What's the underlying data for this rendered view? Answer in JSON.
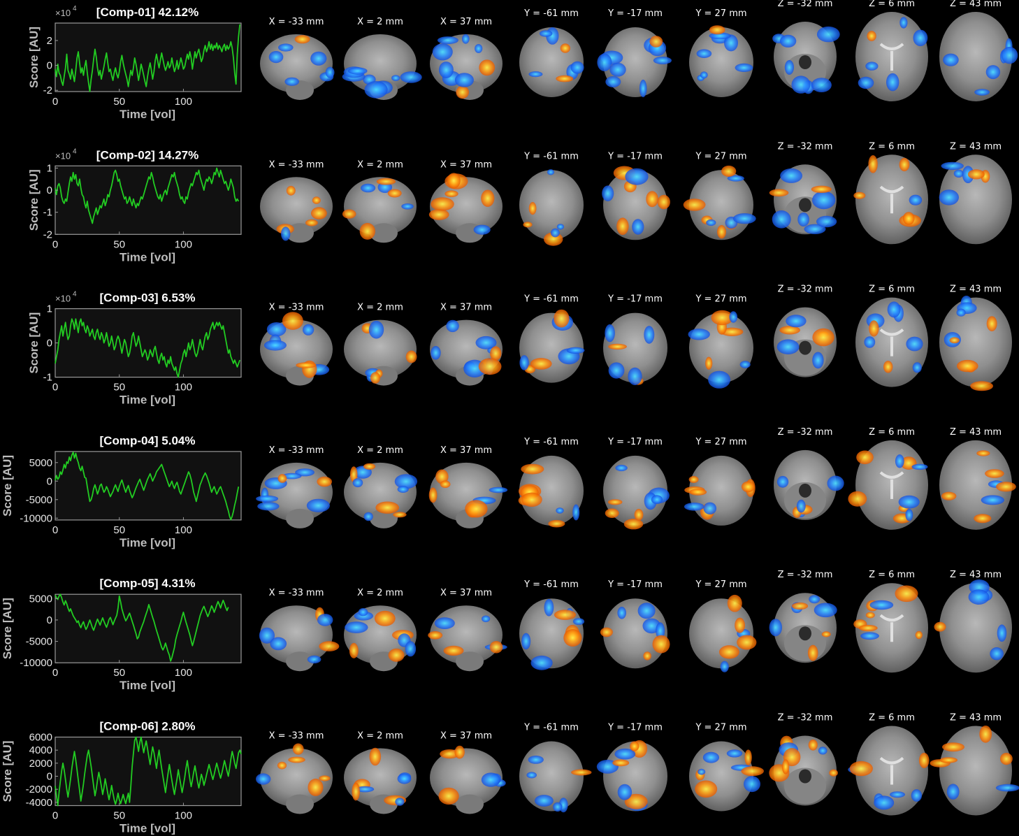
{
  "colors": {
    "background": "#000000",
    "plot_background": "#111111",
    "trace": "#22cc22",
    "axis": "#9a9a9a",
    "positive_map": "#ff7a10",
    "positive_peak": "#ffee00",
    "negative_map": "#1e6bff",
    "negative_peak": "#1ec8ff",
    "brain": "#9a9a9a"
  },
  "slice_labels": [
    "X = -33 mm",
    "X = 2 mm",
    "X = 37 mm",
    "Y = -61 mm",
    "Y = -17 mm",
    "Y = 27 mm",
    "Z = -32 mm",
    "Z = 6 mm",
    "Z = 43 mm"
  ],
  "chart_data": [
    {
      "type": "line",
      "title": "[Comp-01] 42.12%",
      "xlabel": "Time [vol]",
      "ylabel": "Score [AU]",
      "multiplier": "×10",
      "exponent": "4",
      "xlim": [
        0,
        145
      ],
      "ylim": [
        -2.1,
        3.4
      ],
      "xticks": [
        0,
        50,
        100
      ],
      "xtick_labels": [
        "0",
        "50",
        "100"
      ],
      "yticks": [
        -2,
        0,
        2
      ],
      "ytick_labels": [
        "-2",
        "0",
        "2"
      ],
      "x_start": 0,
      "y": [
        -0.3,
        -0.9,
        0.1,
        -0.6,
        -0.8,
        -1.3,
        -1.6,
        -0.9,
        -0.2,
        0.9,
        -0.4,
        -0.7,
        -1.1,
        -0.3,
        -0.8,
        -1.3,
        -0.4,
        0.6,
        1.1,
        0.2,
        -0.6,
        -0.2,
        -0.8,
        -0.1,
        0.4,
        -0.6,
        -1.4,
        -2.2,
        -1.1,
        -0.4,
        0.5,
        1.3,
        0.7,
        -0.2,
        -0.8,
        -0.4,
        -1.1,
        -0.6,
        -0.1,
        0.5,
        1.0,
        0.2,
        -0.5,
        -0.3,
        -0.8,
        -1.2,
        -0.6,
        -0.2,
        -0.7,
        -1.0,
        -0.5,
        0.3,
        0.8,
        0.2,
        -0.3,
        -0.7,
        -1.1,
        -1.7,
        -1.0,
        -0.4,
        -0.8,
        -0.2,
        0.6,
        0.1,
        -0.5,
        -1.2,
        -0.6,
        0.1,
        -0.3,
        -0.8,
        -1.3,
        -1.7,
        -0.9,
        -0.3,
        0.2,
        -0.4,
        -1.1,
        -0.5,
        0.4,
        0.9,
        0.3,
        -0.2,
        0.4,
        1.0,
        0.5,
        0.0,
        -0.4,
        -0.1,
        0.3,
        -0.2,
        0.0,
        0.6,
        0.0,
        -0.5,
        -0.2,
        0.4,
        -0.3,
        0.1,
        0.6,
        0.2,
        -0.3,
        -0.1,
        0.4,
        0.9,
        0.5,
        1.1,
        0.6,
        -0.3,
        0.4,
        1.1,
        0.6,
        1.0,
        1.3,
        0.8,
        0.3,
        0.6,
        1.2,
        1.6,
        1.1,
        1.4,
        1.9,
        1.3,
        1.7,
        1.2,
        1.6,
        1.4,
        1.8,
        1.3,
        1.6,
        1.4,
        1.1,
        1.5,
        1.7,
        1.2,
        1.6,
        1.3,
        1.5,
        1.9,
        1.4,
        0.6,
        -0.6,
        -1.5,
        0.9,
        2.3,
        3.3
      ]
    },
    {
      "type": "line",
      "title": "[Comp-02] 14.27%",
      "xlabel": "Time [vol]",
      "ylabel": "Score [AU]",
      "multiplier": "×10",
      "exponent": "4",
      "xlim": [
        0,
        145
      ],
      "ylim": [
        -2,
        1.1
      ],
      "xticks": [
        0,
        50,
        100
      ],
      "xtick_labels": [
        "0",
        "50",
        "100"
      ],
      "yticks": [
        -2,
        -1,
        0,
        1
      ],
      "ytick_labels": [
        "-2",
        "-1",
        "0",
        "1"
      ],
      "x_start": 0,
      "y": [
        0.1,
        -0.2,
        0.2,
        0.3,
        0.1,
        -0.3,
        -0.5,
        -0.6,
        -0.4,
        -0.5,
        -0.1,
        0.3,
        0.6,
        0.4,
        0.8,
        0.5,
        0.7,
        0.3,
        0.2,
        0.5,
        0.1,
        -0.2,
        -0.3,
        -0.6,
        -0.8,
        -0.5,
        -0.9,
        -1.1,
        -1.3,
        -1.5,
        -1.2,
        -1.0,
        -0.8,
        -1.1,
        -0.9,
        -0.7,
        -0.8,
        -0.6,
        -0.4,
        -0.7,
        -0.5,
        -0.2,
        -0.3,
        0.0,
        0.2,
        0.5,
        0.8,
        0.9,
        0.7,
        0.4,
        0.5,
        0.2,
        0.0,
        -0.2,
        -0.4,
        -0.3,
        -0.6,
        -0.5,
        -0.3,
        -0.5,
        -0.7,
        -0.4,
        -0.6,
        -0.8,
        -0.6,
        -0.7,
        -0.5,
        -0.3,
        -0.4,
        -0.2,
        0.0,
        0.2,
        0.4,
        0.6,
        0.5,
        0.8,
        0.6,
        0.3,
        0.1,
        -0.1,
        -0.3,
        -0.4,
        -0.2,
        -0.5,
        -0.3,
        -0.1,
        0.0,
        -0.2,
        0.1,
        0.3,
        0.5,
        0.7,
        0.6,
        0.8,
        0.5,
        0.3,
        0.1,
        -0.2,
        -0.4,
        -0.3,
        -0.5,
        -0.6,
        -0.3,
        -0.4,
        -0.1,
        0.1,
        0.3,
        0.2,
        0.4,
        0.6,
        0.8,
        0.7,
        0.9,
        0.6,
        0.4,
        0.2,
        0.0,
        0.3,
        0.5,
        0.4,
        0.6,
        0.5,
        0.3,
        0.5,
        0.8,
        0.7,
        1.0,
        0.8,
        0.6,
        0.9,
        0.7,
        0.5,
        0.3,
        0.4,
        0.2,
        0.0,
        0.2,
        0.5,
        0.3,
        0.1,
        -0.3,
        -0.5,
        -0.4,
        -0.5
      ]
    },
    {
      "type": "line",
      "title": "[Comp-03] 6.53%",
      "xlabel": "Time [vol]",
      "ylabel": "Score [AU]",
      "multiplier": "×10",
      "exponent": "4",
      "xlim": [
        0,
        145
      ],
      "ylim": [
        -1,
        1
      ],
      "xticks": [
        0,
        50,
        100
      ],
      "xtick_labels": [
        "0",
        "50",
        "100"
      ],
      "yticks": [
        -1,
        0,
        1
      ],
      "ytick_labels": [
        "-1",
        "0",
        "1"
      ],
      "x_start": 0,
      "y": [
        -0.6,
        -0.4,
        -0.2,
        0.1,
        0.3,
        0.5,
        0.2,
        0.4,
        0.6,
        0.3,
        0.1,
        0.2,
        0.5,
        0.7,
        0.6,
        0.4,
        0.7,
        0.5,
        0.3,
        0.6,
        0.7,
        0.5,
        0.6,
        0.4,
        0.3,
        0.5,
        0.4,
        0.2,
        0.3,
        0.4,
        0.2,
        0.1,
        0.3,
        0.4,
        0.2,
        0.1,
        0.3,
        0.2,
        0.0,
        0.1,
        0.3,
        0.1,
        -0.1,
        0.0,
        0.2,
        0.0,
        -0.2,
        -0.1,
        0.1,
        0.2,
        0.1,
        -0.1,
        -0.3,
        -0.1,
        0.1,
        0.0,
        -0.2,
        -0.4,
        -0.3,
        -0.1,
        0.2,
        0.3,
        0.1,
        -0.1,
        0.0,
        0.2,
        0.0,
        -0.2,
        -0.4,
        -0.3,
        -0.2,
        -0.3,
        -0.5,
        -0.4,
        -0.2,
        -0.3,
        -0.4,
        -0.2,
        -0.1,
        -0.3,
        -0.5,
        -0.6,
        -0.4,
        -0.3,
        -0.5,
        -0.4,
        -0.6,
        -0.7,
        -0.5,
        -0.6,
        -0.4,
        -0.6,
        -0.7,
        -0.8,
        -0.7,
        -0.9,
        -1.0,
        -0.8,
        -0.6,
        -0.5,
        -0.3,
        -0.2,
        -0.4,
        -0.2,
        0.0,
        -0.2,
        -0.1,
        0.1,
        -0.1,
        -0.3,
        -0.4,
        -0.3,
        -0.1,
        0.1,
        -0.1,
        -0.2,
        0.0,
        0.2,
        0.3,
        0.1,
        0.2,
        0.4,
        0.5,
        0.6,
        0.4,
        0.5,
        0.6,
        0.5,
        0.6,
        0.5,
        0.4,
        0.5,
        0.3,
        0.1,
        -0.1,
        -0.3,
        -0.2,
        -0.4,
        -0.5,
        -0.6,
        -0.5,
        -0.6,
        -0.7,
        -0.6,
        -0.5
      ]
    },
    {
      "type": "line",
      "title": "[Comp-04] 5.04%",
      "xlabel": "Time [vol]",
      "ylabel": "Score [AU]",
      "xlim": [
        0,
        145
      ],
      "ylim": [
        -10500,
        8000
      ],
      "xticks": [
        0,
        50,
        100
      ],
      "xtick_labels": [
        "0",
        "50",
        "100"
      ],
      "yticks": [
        -10000,
        -5000,
        0,
        5000
      ],
      "ytick_labels": [
        "-10000",
        "-5000",
        "0",
        "5000"
      ],
      "x_start": 0,
      "y": [
        200,
        1500,
        500,
        1000,
        2500,
        1800,
        3000,
        4500,
        3500,
        5200,
        4800,
        6500,
        5500,
        7000,
        7800,
        6200,
        7500,
        6000,
        5000,
        3500,
        2800,
        4000,
        2500,
        1000,
        800,
        -1500,
        -3500,
        -5500,
        -5000,
        -3800,
        -2000,
        -1000,
        -2200,
        -3500,
        -2500,
        -1200,
        -800,
        -2000,
        -3000,
        -2500,
        -1500,
        -2200,
        -3200,
        -4200,
        -3500,
        -2800,
        -1800,
        -1000,
        -2000,
        -2800,
        -1500,
        -500,
        300,
        -800,
        -2000,
        -3000,
        -2000,
        -1200,
        -2500,
        -3500,
        -4500,
        -3800,
        -2800,
        -1800,
        -1000,
        -200,
        500,
        -500,
        -1500,
        -2500,
        -1500,
        -500,
        500,
        1200,
        2000,
        1000,
        0,
        800,
        1500,
        2500,
        3000,
        3500,
        4000,
        4500,
        3500,
        2500,
        1500,
        500,
        -500,
        -1500,
        -800,
        0,
        -1200,
        -2000,
        -1000,
        -300,
        -1500,
        -2800,
        -3500,
        -2500,
        -1500,
        -500,
        500,
        1500,
        2500,
        1800,
        500,
        -1200,
        -3000,
        -4200,
        -5500,
        -4000,
        -2500,
        -1000,
        -200,
        800,
        1500,
        2200,
        1500,
        500,
        -500,
        -1800,
        -3000,
        -2200,
        -1500,
        -2500,
        -3500,
        -2800,
        -2000,
        -1500,
        -2500,
        -3500,
        -4500,
        -5500,
        -6800,
        -8000,
        -9500,
        -10400,
        -9500,
        -8200,
        -6500,
        -5000,
        -3200,
        -1500
      ]
    },
    {
      "type": "line",
      "title": "[Comp-05] 4.31%",
      "xlabel": "Time [vol]",
      "ylabel": "Score [AU]",
      "xlim": [
        0,
        145
      ],
      "ylim": [
        -10000,
        6000
      ],
      "xticks": [
        0,
        50,
        100
      ],
      "xtick_labels": [
        "0",
        "50",
        "100"
      ],
      "yticks": [
        -10000,
        -5000,
        0,
        5000
      ],
      "ytick_labels": [
        "-10000",
        "-5000",
        "0",
        "5000"
      ],
      "x_start": 0,
      "y": [
        5800,
        5200,
        4800,
        5600,
        6000,
        5200,
        4200,
        3500,
        4500,
        3800,
        2800,
        2000,
        2600,
        1800,
        1000,
        500,
        0,
        -600,
        -200,
        -1200,
        -1800,
        -1000,
        -400,
        -1400,
        -2200,
        -1600,
        -800,
        0,
        -900,
        -1800,
        -2400,
        -1500,
        -600,
        200,
        -500,
        -1200,
        -300,
        500,
        -300,
        -1000,
        -1700,
        -900,
        100,
        600,
        -200,
        -1100,
        -300,
        400,
        1100,
        2800,
        5600,
        4200,
        2600,
        1600,
        600,
        -200,
        300,
        1000,
        1600,
        700,
        -300,
        -1200,
        -2200,
        -3200,
        -4400,
        -4000,
        -2800,
        -2000,
        -1200,
        -400,
        600,
        1500,
        2400,
        3600,
        2600,
        1600,
        600,
        -300,
        -1400,
        -2400,
        -3400,
        -4400,
        -5400,
        -6400,
        -7000,
        -6400,
        -5400,
        -6400,
        -7400,
        -8200,
        -9600,
        -8800,
        -7600,
        -6400,
        -4600,
        -3400,
        -2400,
        -1400,
        -400,
        800,
        1800,
        600,
        -500,
        -1500,
        -2500,
        -3500,
        -4800,
        -6000,
        -5000,
        -3800,
        -2600,
        -1400,
        -200,
        1000,
        1800,
        2600,
        3200,
        2400,
        1600,
        800,
        1500,
        2400,
        3300,
        2700,
        1800,
        2600,
        3500,
        4300,
        3600,
        2800,
        3800,
        4600,
        3800,
        2900,
        2200,
        3000
      ]
    },
    {
      "type": "line",
      "title": "[Comp-06] 2.80%",
      "xlabel": "Time [vol]",
      "ylabel": "Score [AU]",
      "xlim": [
        0,
        145
      ],
      "ylim": [
        -4500,
        6000
      ],
      "xticks": [
        0,
        50,
        100
      ],
      "xtick_labels": [
        "0",
        "50",
        "100"
      ],
      "yticks": [
        -4000,
        -2000,
        0,
        2000,
        4000,
        6000
      ],
      "ytick_labels": [
        "-4000",
        "-2000",
        "0",
        "2000",
        "4000",
        "6000"
      ],
      "x_start": 0,
      "y": [
        -1500,
        -3000,
        -4500,
        -2500,
        -800,
        800,
        2000,
        1000,
        -500,
        -2000,
        -3200,
        -1800,
        -400,
        1200,
        2600,
        3800,
        2500,
        1000,
        -600,
        -2200,
        -3800,
        -2600,
        -1200,
        400,
        1800,
        3200,
        4000,
        2800,
        1500,
        0,
        -1500,
        -3000,
        -2000,
        -600,
        600,
        -400,
        -1500,
        -2800,
        -1800,
        -400,
        -1500,
        -2600,
        -3600,
        -2600,
        -1400,
        -2600,
        -3600,
        -4300,
        -3600,
        -2600,
        -3600,
        -4200,
        -3500,
        -2800,
        -3600,
        -4200,
        -3400,
        -2600,
        -4000,
        -1500,
        1500,
        3500,
        5500,
        6200,
        5000,
        3800,
        5200,
        6000,
        4800,
        3600,
        4600,
        5400,
        4200,
        3000,
        1800,
        3200,
        4500,
        3600,
        2400,
        1200,
        2800,
        4000,
        2600,
        1200,
        0,
        -1200,
        -2500,
        -1000,
        400,
        1800,
        600,
        -600,
        -1800,
        -2800,
        -1600,
        -400,
        1000,
        -200,
        -1400,
        -2500,
        -1400,
        -200,
        1200,
        2400,
        1000,
        -400,
        -1600,
        -600,
        600,
        1600,
        400,
        -800,
        -1800,
        -800,
        300,
        -400,
        -1400,
        -700,
        200,
        1000,
        1800,
        1000,
        200,
        -500,
        300,
        1200,
        2000,
        1200,
        400,
        -300,
        500,
        1400,
        2400,
        1600,
        800,
        0,
        1200,
        2600,
        3800,
        3000,
        2000,
        1200,
        2400,
        3600,
        4000,
        3400
      ]
    }
  ]
}
